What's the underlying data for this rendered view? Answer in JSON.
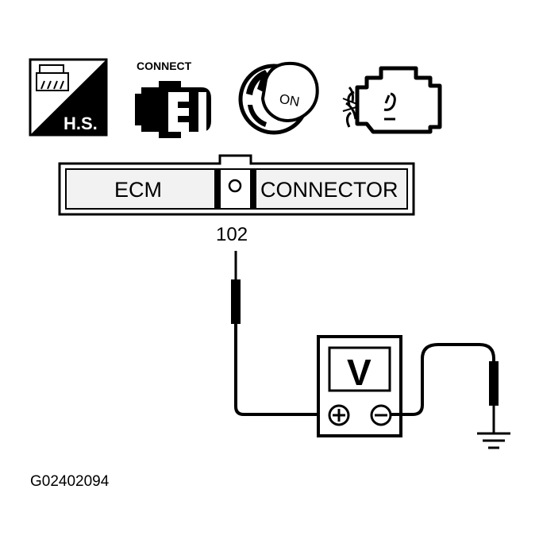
{
  "icons": {
    "hs_label": "H.S.",
    "connect_label": "CONNECT",
    "ignition_label": "ON",
    "names": [
      "harness-sensor-icon",
      "connector-icon",
      "ignition-key-icon",
      "engine-icon"
    ]
  },
  "connector": {
    "left_label": "ECM",
    "right_label": "CONNECTOR"
  },
  "pin_label": "102",
  "meter": {
    "label": "V",
    "positive": "+",
    "negative": "−"
  },
  "figure_code": "G02402094",
  "colors": {
    "ink": "#000000",
    "paper": "#ffffff",
    "connector_fill": "#f2f2f2"
  }
}
